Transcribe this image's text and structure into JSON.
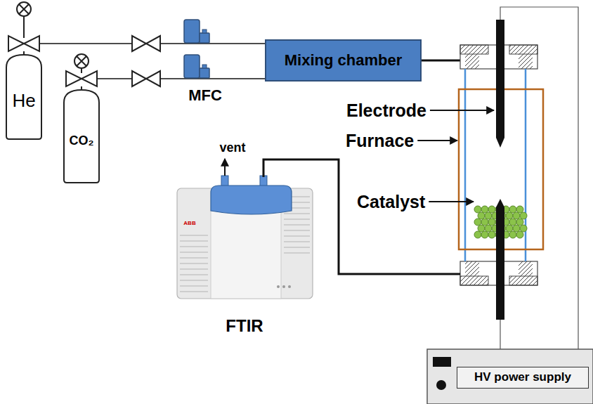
{
  "diagram": {
    "nodes": [
      {
        "text": [
          "He"
        ]
      },
      {
        "text": [
          "CO₂"
        ]
      },
      {
        "text": [
          "Mixing chamber"
        ]
      },
      {
        "text": [
          "FTIR"
        ]
      },
      {
        "text": [
          "HV power supply"
        ]
      }
    ],
    "edges": [
      {
        "from": 0,
        "to": 2,
        "arrow": "none"
      },
      {
        "from": 1,
        "to": 2,
        "arrow": "none"
      }
    ],
    "labels": [
      "MFC",
      "Electrode",
      "Furnace",
      "Catalyst",
      "vent",
      "ABB"
    ]
  }
}
